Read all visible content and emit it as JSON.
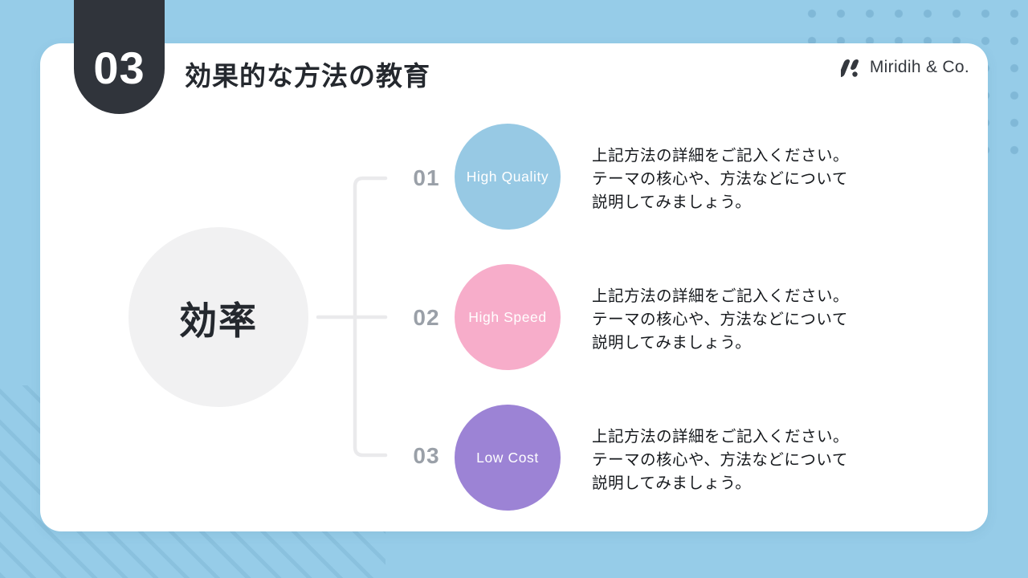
{
  "slide": {
    "badge_number": "03",
    "title": "効果的な方法の教育",
    "logo": {
      "text": "Miridih & Co."
    }
  },
  "diagram": {
    "root": {
      "label": "効率"
    },
    "items": [
      {
        "number": "01",
        "label": "High Quality",
        "circle_color": "#97c9e4",
        "description_lines": [
          "上記方法の詳細をご記入ください。",
          "テーマの核心や、方法などについて",
          "説明してみましょう。"
        ]
      },
      {
        "number": "02",
        "label": "High Speed",
        "circle_color": "#f7adca",
        "description_lines": [
          "上記方法の詳細をご記入ください。",
          "テーマの核心や、方法などについて",
          "説明してみましょう。"
        ]
      },
      {
        "number": "03",
        "label": "Low Cost",
        "circle_color": "#9c83d5",
        "description_lines": [
          "上記方法の詳細をご記入ください。",
          "テーマの核心や、方法などについて",
          "説明してみましょう。"
        ]
      }
    ]
  },
  "colors": {
    "background": "#96cce8",
    "card": "#ffffff",
    "badge": "#30343b",
    "root_circle": "#f1f1f2",
    "connector": "#eaeaec",
    "number_text": "#9aa0a8",
    "title_text": "#24282e",
    "dot_pattern": "#6ea8c8"
  }
}
